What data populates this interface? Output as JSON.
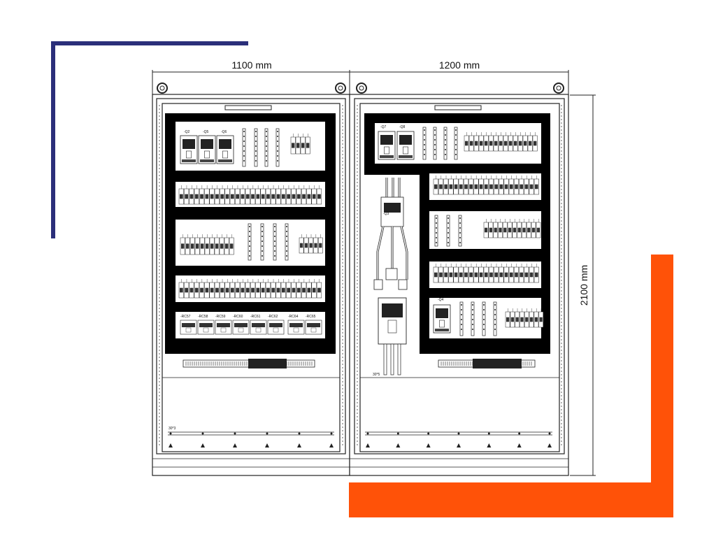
{
  "dimensions": {
    "left_width": "1100 mm",
    "right_width": "1200 mm",
    "height": "2100 mm"
  },
  "labels": {
    "left_top_breakers": [
      "-Q2",
      "-Q5",
      "-Q6"
    ],
    "right_top_breakers": [
      "-Q7",
      "-Q8"
    ],
    "main_breaker": "-Q3",
    "right_lower_breaker": "-Q4",
    "rcd_row": [
      "-RC57",
      "-RC58",
      "-RC59",
      "-RC60",
      "-RC61",
      "-RC62",
      "-RC64",
      "-RC65"
    ],
    "left_cable_note": "30*3",
    "right_cable_note": "30*5"
  },
  "colors": {
    "navy_accent": "#2b2f7a",
    "orange_accent": "#ff5208",
    "panel_black": "#000000",
    "line": "#222222"
  }
}
